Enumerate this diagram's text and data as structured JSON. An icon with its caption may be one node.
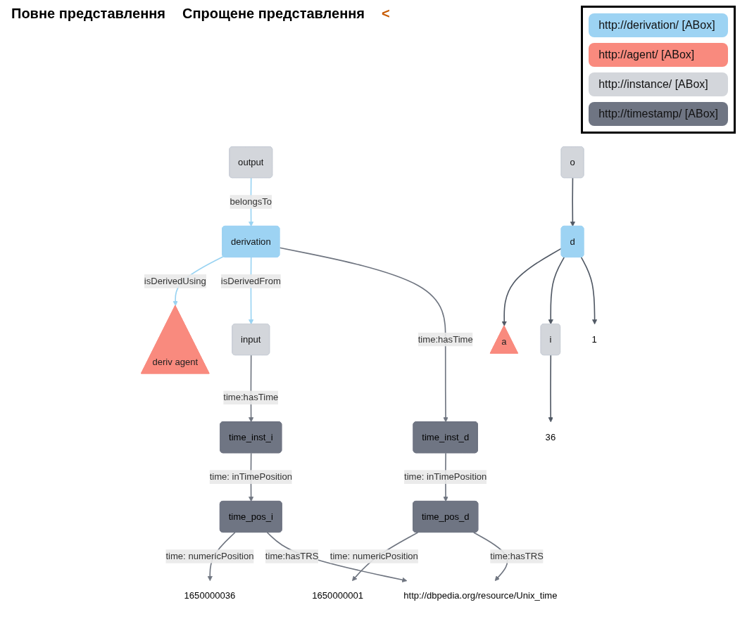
{
  "diagram": {
    "nodes": [
      {
        "text": [
          "deriv agent"
        ]
      },
      {
        "text": [
          "time_inst_i"
        ]
      },
      {
        "text": [
          "output"
        ]
      },
      {
        "text": [
          "derivation"
        ]
      },
      {
        "text": [
          "input"
        ]
      },
      {
        "text": [
          "time_inst_d"
        ]
      },
      {
        "text": [
          "1650000001"
        ]
      },
      {
        "text": [
          "time_pos_i"
        ]
      },
      {
        "text": [
          "1650000036"
        ]
      },
      {
        "text": [
          "time_pos_d"
        ]
      },
      {
        "text": [
          "http://dbpedia.org/resource/Unix_time"
        ]
      },
      {
        "text": [
          "a"
        ]
      },
      {
        "text": [
          "o"
        ]
      },
      {
        "text": [
          "d"
        ]
      },
      {
        "text": [
          "i"
        ]
      },
      {
        "text": [
          "1"
        ]
      },
      {
        "text": [
          "36"
        ]
      }
    ],
    "edges": [
      {
        "from": 2,
        "to": 3,
        "arrow": "to",
        "label": "belongsTo",
        "color": "#99d3f2"
      },
      {
        "from": 3,
        "to": 0,
        "arrow": "to",
        "label": "isDerivedUsing",
        "color": "#99d3f2"
      },
      {
        "from": 3,
        "to": 4,
        "arrow": "to",
        "label": "isDerivedFrom",
        "color": "#99d3f2"
      },
      {
        "from": 4,
        "to": 1,
        "arrow": "to",
        "label": "time:hasTime"
      },
      {
        "from": 3,
        "to": 5,
        "arrow": "to",
        "label": "time:hasTime"
      },
      {
        "from": 1,
        "to": 7,
        "arrow": "to",
        "label": "time: inTimePosition"
      },
      {
        "from": 5,
        "to": 9,
        "arrow": "to",
        "label": "time: inTimePosition"
      },
      {
        "from": 9,
        "to": 6,
        "arrow": "to",
        "label": "time: numericPosition"
      },
      {
        "from": 7,
        "to": 8,
        "arrow": "to",
        "label": "time: numericPosition"
      },
      {
        "from": 9,
        "to": 10,
        "arrow": "to",
        "label": "time:hasTRS"
      },
      {
        "from": 7,
        "to": 10,
        "arrow": "to",
        "label": "time:hasTRS"
      },
      {
        "from": 12,
        "to": 13,
        "arrow": "to",
        "color": "#505864"
      },
      {
        "from": 13,
        "to": 11,
        "arrow": "to",
        "color": "#505864"
      },
      {
        "from": 13,
        "to": 14,
        "arrow": "to",
        "color": "#505864"
      },
      {
        "from": 13,
        "to": 15,
        "arrow": "to",
        "color": "#505864"
      },
      {
        "from": 14,
        "to": 16,
        "arrow": "to",
        "color": "#505864"
      }
    ],
    "labels": [
      "Повне представлення",
      "Спрощене представлення",
      "<"
    ],
    "legend": [
      {
        "text": "http://derivation/ [ABox]",
        "color": "#9dd3f3"
      },
      {
        "text": "http://agent/ [ABox]",
        "color": "#f98a7e"
      },
      {
        "text": "http://instance/ [ABox]",
        "color": "#d3d6db"
      },
      {
        "text": "http://timestamp/ [ABox]",
        "color": "#6f7583"
      }
    ]
  }
}
